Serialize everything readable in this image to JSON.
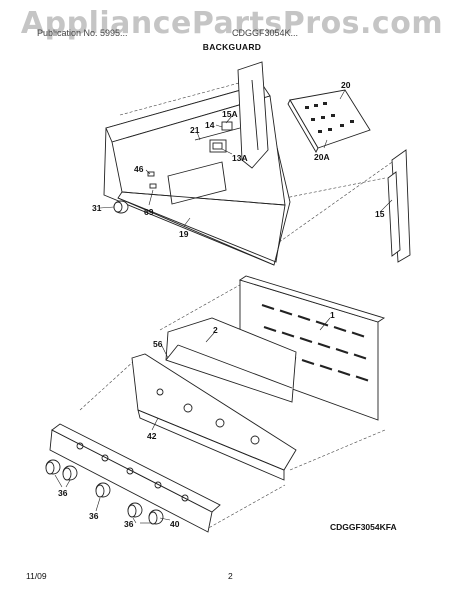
{
  "header": {
    "watermark": "AppliancePartsPros.com",
    "left_caption": "Publication No. 5995...",
    "right_caption": "CDGGF3054K..."
  },
  "section_title": "BACKGUARD",
  "model_number": "CDGGF3054KFA",
  "footer": {
    "date": "11/09",
    "page": "2"
  },
  "part_labels": [
    {
      "id": "20",
      "text": "20"
    },
    {
      "id": "15a",
      "text": "15A"
    },
    {
      "id": "14",
      "text": "14"
    },
    {
      "id": "21",
      "text": "21"
    },
    {
      "id": "13a",
      "text": "13A"
    },
    {
      "id": "20a",
      "text": "20A"
    },
    {
      "id": "46",
      "text": "46"
    },
    {
      "id": "31",
      "text": "31"
    },
    {
      "id": "69",
      "text": "69"
    },
    {
      "id": "19",
      "text": "19"
    },
    {
      "id": "15",
      "text": "15"
    },
    {
      "id": "1",
      "text": "1"
    },
    {
      "id": "2",
      "text": "2"
    },
    {
      "id": "56",
      "text": "56"
    },
    {
      "id": "42",
      "text": "42"
    },
    {
      "id": "36a",
      "text": "36"
    },
    {
      "id": "36b",
      "text": "36"
    },
    {
      "id": "36c",
      "text": "36"
    },
    {
      "id": "40",
      "text": "40"
    }
  ]
}
